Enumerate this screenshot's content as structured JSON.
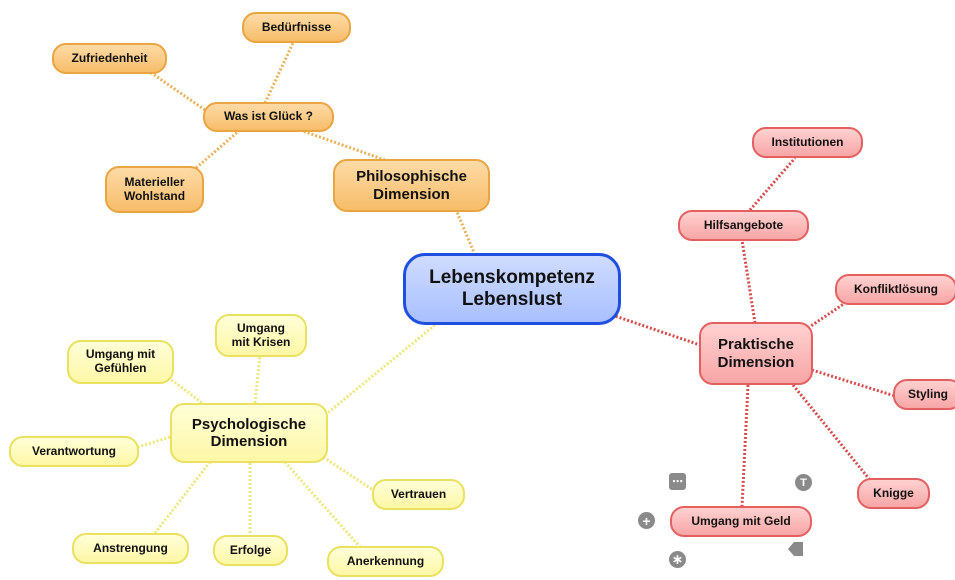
{
  "center": {
    "label": "Lebenskompetenz\nLebenslust"
  },
  "branches": {
    "philosophisch": {
      "label": "Philosophische\nDimension",
      "children": {
        "glueck": "Was ist Glück ?",
        "beduerfnisse": "Bedürfnisse",
        "zufriedenheit": "Zufriedenheit",
        "wohlstand": "Materieller\nWohlstand"
      }
    },
    "praktisch": {
      "label": "Praktische\nDimension",
      "children": {
        "hilfsangebote": "Hilfsangebote",
        "institutionen": "Institutionen",
        "konflikt": "Konfliktlösung",
        "styling": "Styling",
        "knigge": "Knigge",
        "geld": "Umgang mit Geld"
      }
    },
    "psychologisch": {
      "label": "Psychologische\nDimension",
      "children": {
        "krisen": "Umgang\nmit Krisen",
        "gefuehle": "Umgang mit\nGefühlen",
        "verantwortung": "Verantwortung",
        "vertrauen": "Vertrauen",
        "anstrengung": "Anstrengung",
        "erfolge": "Erfolge",
        "anerkennung": "Anerkennung"
      }
    }
  },
  "toolbar": {
    "more_icon": "ellipsis-icon",
    "text_icon": "text-icon",
    "add_icon": "plus-icon",
    "tag_icon": "tag-icon",
    "asterisk_icon": "asterisk-icon"
  },
  "colors": {
    "orange": "#e9a541",
    "red": "#e46060",
    "yellow": "#e9e15f",
    "blue": "#1f4fe0"
  }
}
